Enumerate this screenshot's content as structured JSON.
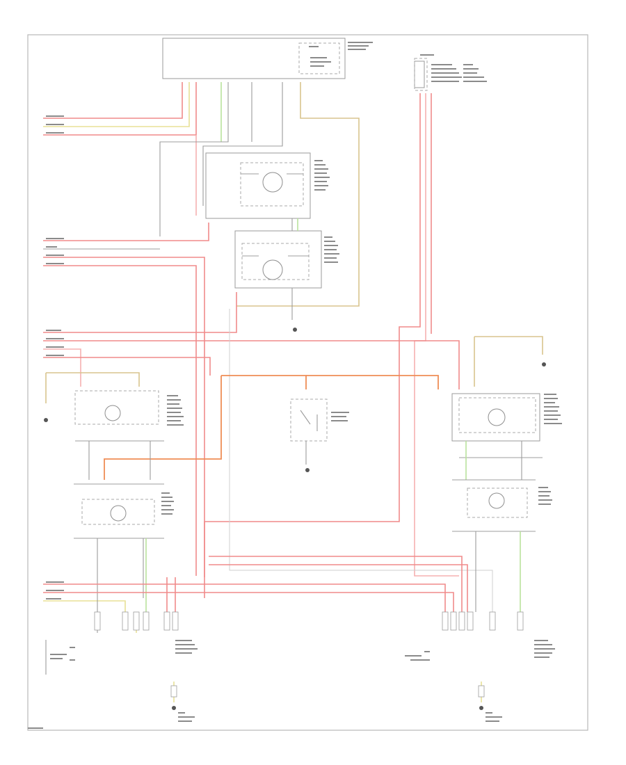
{
  "diagram": {
    "title": "",
    "colors": {
      "red": "#f08a8a",
      "pink": "#f5b0b0",
      "orange": "#ef8d55",
      "yellow": "#e8e096",
      "tan": "#d9c48d",
      "green": "#b9e39d",
      "frame": "#b8b8b8"
    },
    "icon_names": [
      "motor-icon",
      "ground-icon",
      "switch-icon",
      "connector-icon"
    ],
    "components": [
      "module-top",
      "fuse-relay-box",
      "front-seat-motor-upper",
      "front-seat-motor-lower",
      "left-seat-motor-upper",
      "left-seat-motor-lower",
      "center-switch",
      "right-seat-motor-upper",
      "right-seat-motor-lower",
      "left-rear-switch",
      "right-rear-switch"
    ]
  }
}
